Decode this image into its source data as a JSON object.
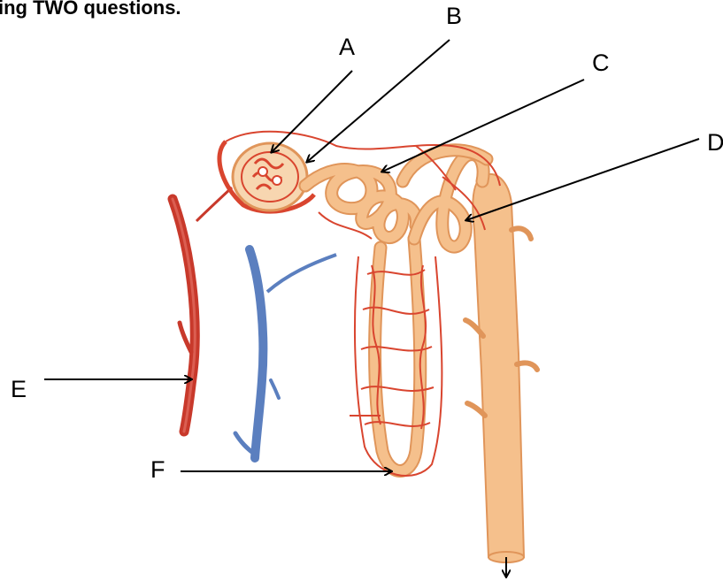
{
  "heading": "ing TWO questions.",
  "labels": {
    "a": "A",
    "b": "B",
    "c": "C",
    "d": "D",
    "e": "E",
    "f": "F"
  },
  "colors": {
    "artery": "#c8392b",
    "vein": "#5b7fbf",
    "tubule": "#f5c08c",
    "tubule_edge": "#e0955a",
    "capillary": "#d9452f",
    "arrow": "#000000"
  }
}
